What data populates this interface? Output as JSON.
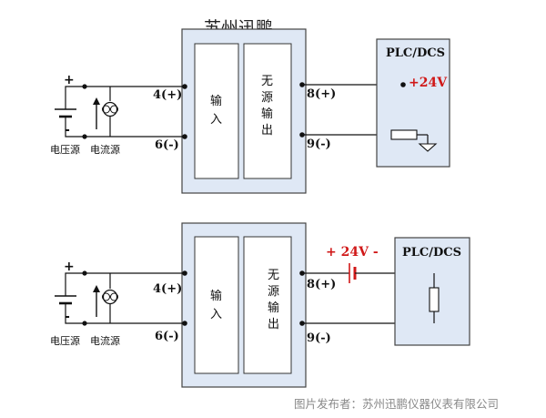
{
  "diagram1": {
    "title": "苏州迅鹏",
    "plus_sign": "+",
    "minus_sign": "-",
    "voltage_source_label": "电压源",
    "current_source_label": "电流源",
    "pin_in_pos": "4(+)",
    "pin_in_neg": "6(-)",
    "input_block_label": [
      "输",
      "入"
    ],
    "output_block_label": [
      "无",
      "源",
      "输",
      "出"
    ],
    "pin_out_pos": "8(+)",
    "pin_out_neg": "9(-)",
    "plc_label": "PLC/DCS",
    "supply_label": "+24V"
  },
  "diagram2": {
    "plus_sign": "+",
    "minus_sign": "-",
    "voltage_source_label": "电压源",
    "current_source_label": "电流源",
    "pin_in_pos": "4(+)",
    "pin_in_neg": "6(-)",
    "input_block_label": [
      "输",
      "入"
    ],
    "output_block_label": [
      "无",
      "源",
      "输",
      "出"
    ],
    "pin_out_pos": "8(+)",
    "pin_out_neg": "9(-)",
    "supply_label": "+ 24V -",
    "plc_label": "PLC/DCS"
  },
  "colors": {
    "module_fill": "#dfe8f5",
    "module_border": "#444444",
    "plc_fill": "#dfe8f5",
    "supply_red": "#d01818"
  },
  "footer": {
    "credit": "图片发布者：苏州迅鹏仪器仪表有限公司"
  }
}
